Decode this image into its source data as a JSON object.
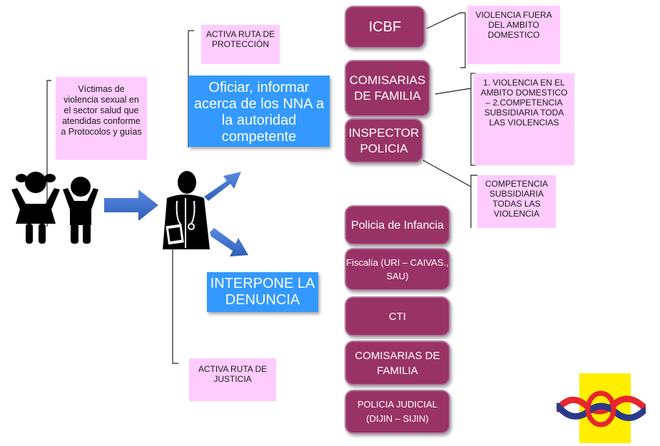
{
  "victims_note": "Víctimas de violencia sexual en el sector salud que atendidas conforme a Protocolos y guías",
  "activa_proteccion": "ACTIVA RUTA DE PROTECCIÓN",
  "oficiar": "Oficiar, informar acerca de los NNA a la autoridad competente",
  "interpone": "INTERPONE LA DENUNCIA",
  "activa_justicia": "ACTIVA RUTA DE JUSTICIA",
  "protection_entities": {
    "icbf": "ICBF",
    "comisarias": "COMISARIAS DE FAMILIA",
    "inspector": "INSPECTOR POLICIA"
  },
  "protection_notes": {
    "icbf": "VIOLENCIA FUERA DEL AMBITO DOMESTICO",
    "comisarias": "1. VIOLENCIA EN EL AMBITO DOMESTICO – 2.COMPETENCIA SUBSIDIARIA TODA LAS VIOLENCIAS",
    "inspector": "COMPETENCIA SUBSIDIARIA TODAS LAS VIOLENCIA"
  },
  "justice_entities": {
    "policia_infancia": "Policia de Infancia",
    "fiscalia": "Fiscalía (URI – CAIVAS., SAU)",
    "cti": "CTI",
    "comisarias": "COMISARIAS DE FAMILIA",
    "policia_judicial": "POLICIA JUDICIAL (DIJIN – SIJIN)"
  },
  "colors": {
    "pink": "#ffccff",
    "blue": "#3399ff",
    "maroon": "#993366",
    "arrow": "#4472c4",
    "logo_bg": "#ffee00",
    "logo_red": "#e8252e",
    "logo_navy": "#2a3a8a"
  },
  "icons": [
    "children-icon",
    "doctor-icon",
    "arrow-icon",
    "organization-logo"
  ]
}
